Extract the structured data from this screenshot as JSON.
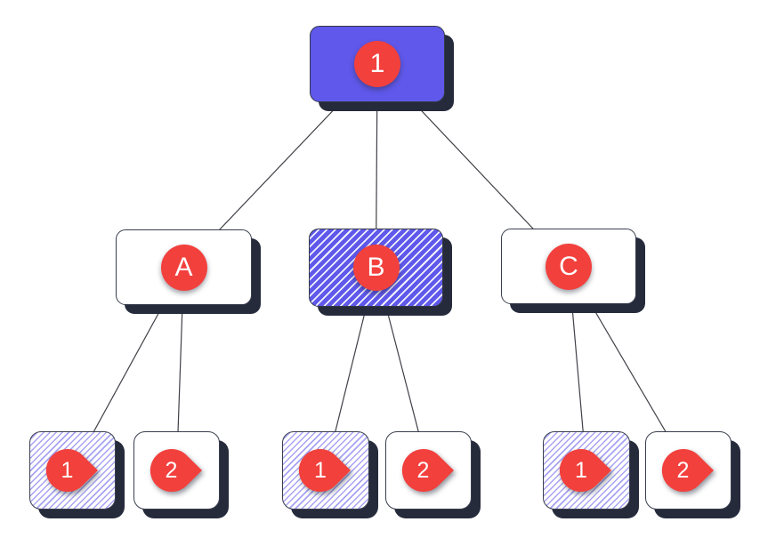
{
  "colors": {
    "background": "#ffffff",
    "purple_fill": "#5f58ea",
    "hatch_line_purple": "rgba(95,88,234,0.55)",
    "hatch_line_white": "rgba(255,255,255,0.92)",
    "badge_red": "#f2403d",
    "badge_text": "#ffffff",
    "card_border": "#3a3f4e",
    "card_shadow": "#262b3c",
    "edge_line": "#3f4147"
  },
  "nodes": {
    "root": {
      "label": "1",
      "badge": "circle",
      "variant": "solid-purple"
    },
    "a": {
      "label": "A",
      "badge": "circle",
      "variant": "plain"
    },
    "b": {
      "label": "B",
      "badge": "circle",
      "variant": "purple-hatched"
    },
    "c": {
      "label": "C",
      "badge": "circle",
      "variant": "plain"
    },
    "a1": {
      "label": "1",
      "badge": "play-pin",
      "variant": "light-hatched"
    },
    "a2": {
      "label": "2",
      "badge": "play-pin",
      "variant": "plain"
    },
    "b1": {
      "label": "1",
      "badge": "play-pin",
      "variant": "light-hatched"
    },
    "b2": {
      "label": "2",
      "badge": "play-pin",
      "variant": "plain"
    },
    "c1": {
      "label": "1",
      "badge": "play-pin",
      "variant": "light-hatched"
    },
    "c2": {
      "label": "2",
      "badge": "play-pin",
      "variant": "plain"
    }
  },
  "edges": [
    {
      "from": "root",
      "to": "a"
    },
    {
      "from": "root",
      "to": "b"
    },
    {
      "from": "root",
      "to": "c"
    },
    {
      "from": "a",
      "to": "a1"
    },
    {
      "from": "a",
      "to": "a2"
    },
    {
      "from": "b",
      "to": "b1"
    },
    {
      "from": "b",
      "to": "b2"
    },
    {
      "from": "c",
      "to": "c1"
    },
    {
      "from": "c",
      "to": "c2"
    }
  ]
}
